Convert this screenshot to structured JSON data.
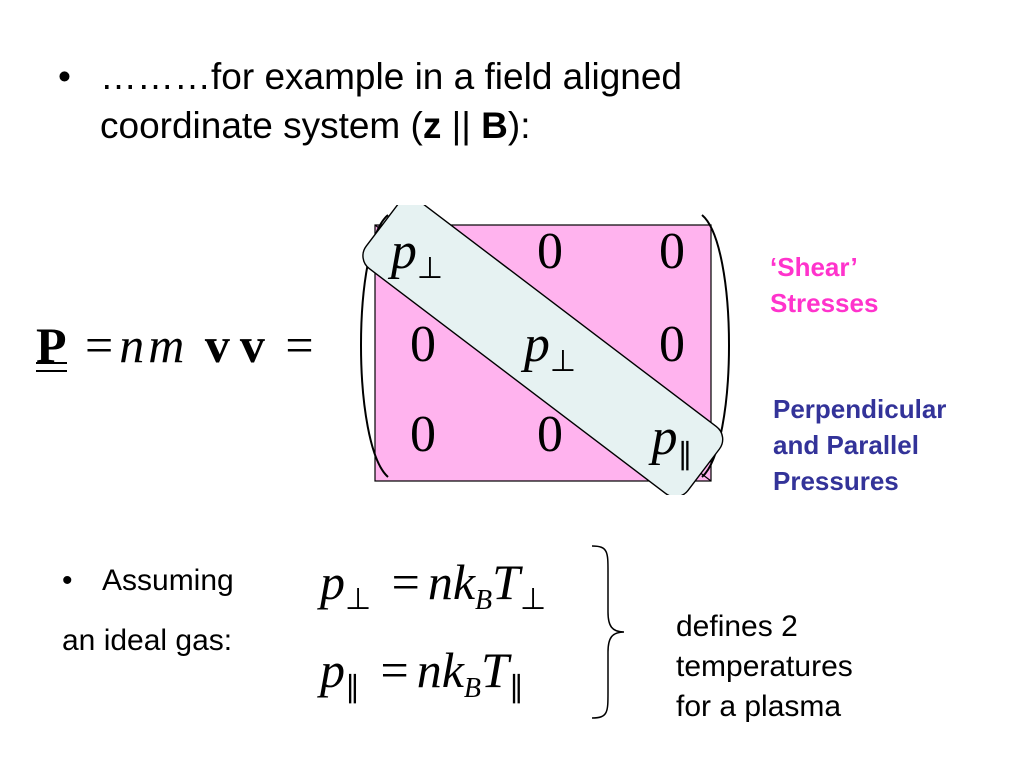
{
  "bullet1": {
    "bullet": "•",
    "line1": "………for example in a field aligned",
    "line2_prefix": "coordinate system (",
    "z": "z",
    "parallel": " || ",
    "B": "B",
    "line2_suffix": "):"
  },
  "equation": {
    "P": "P",
    "eq1": "=",
    "n": "n",
    "m": "m",
    "v1": "v",
    "v2": "v",
    "eq2": "=",
    "matrix": {
      "r1c1_base": "p",
      "r1c1_sub": "⊥",
      "r1c2": "0",
      "r1c3": "0",
      "r2c1": "0",
      "r2c2_base": "p",
      "r2c2_sub": "⊥",
      "r2c3": "0",
      "r3c1": "0",
      "r3c2": "0",
      "r3c3_base": "p",
      "r3c3_sub": "∥"
    }
  },
  "notes": {
    "shear_line1": "‘Shear’",
    "shear_line2": "Stresses",
    "shear_color": "#ff33cc",
    "pressures_line1": "Perpendicular",
    "pressures_line2": "and Parallel",
    "pressures_line3": "Pressures",
    "pressures_color": "#333399"
  },
  "colors": {
    "matrix_fill": "#ffb3ee",
    "diagonal_fill": "#e6f2f2"
  },
  "bullet2": {
    "bullet": "•",
    "line1": "Assuming",
    "line2": "an ideal gas:"
  },
  "temps": {
    "eq1": {
      "p": "p",
      "p_sub": "⊥",
      "eq": "=",
      "n": "n",
      "k": "k",
      "k_sub": "B",
      "T": "T",
      "T_sub": "⊥"
    },
    "eq2": {
      "p": "p",
      "p_sub": "∥",
      "eq": "=",
      "n": "n",
      "k": "k",
      "k_sub": "B",
      "T": "T",
      "T_sub": "∥"
    },
    "note_line1": "defines 2",
    "note_line2": "temperatures",
    "note_line3": "for a plasma"
  }
}
